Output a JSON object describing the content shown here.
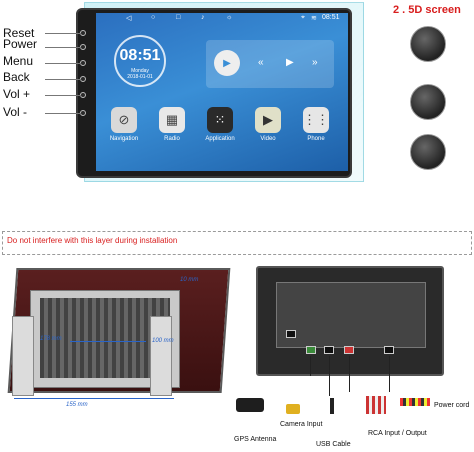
{
  "side_buttons": [
    "Reset",
    "Power",
    "Menu",
    "Back",
    "Vol +",
    "Vol -"
  ],
  "screen": {
    "time": "08:51",
    "day": "Monday",
    "date": "2018-01-01",
    "status_time": "08:51"
  },
  "apps": [
    {
      "label": "Navigation",
      "icon": "navigation-icon",
      "color": "#d9d9d9"
    },
    {
      "label": "Radio",
      "icon": "radio-icon",
      "color": "#e8e8e8"
    },
    {
      "label": "Application",
      "icon": "apps-icon",
      "color": "#2a2a2a"
    },
    {
      "label": "Video",
      "icon": "video-icon",
      "color": "#e0e0c8"
    },
    {
      "label": "Phone",
      "icon": "phone-icon",
      "color": "#e6e6e6"
    }
  ],
  "screen_type": "2 . 5D screen",
  "warning": "Do not interfere with this layer during installation",
  "dimensions": {
    "depth": "10 mm",
    "width_inner": "178 mm",
    "height": "100 mm",
    "width": "155 mm"
  },
  "accessories": {
    "gps": "GPS Antenna",
    "camera": "Camera Input",
    "usb": "USB Cable",
    "rca": "RCA Input / Output",
    "power": "Power cord"
  },
  "colors": {
    "accent": "#d81e1e",
    "dimension": "#2a64c8",
    "screen": "#3a8fd6"
  }
}
